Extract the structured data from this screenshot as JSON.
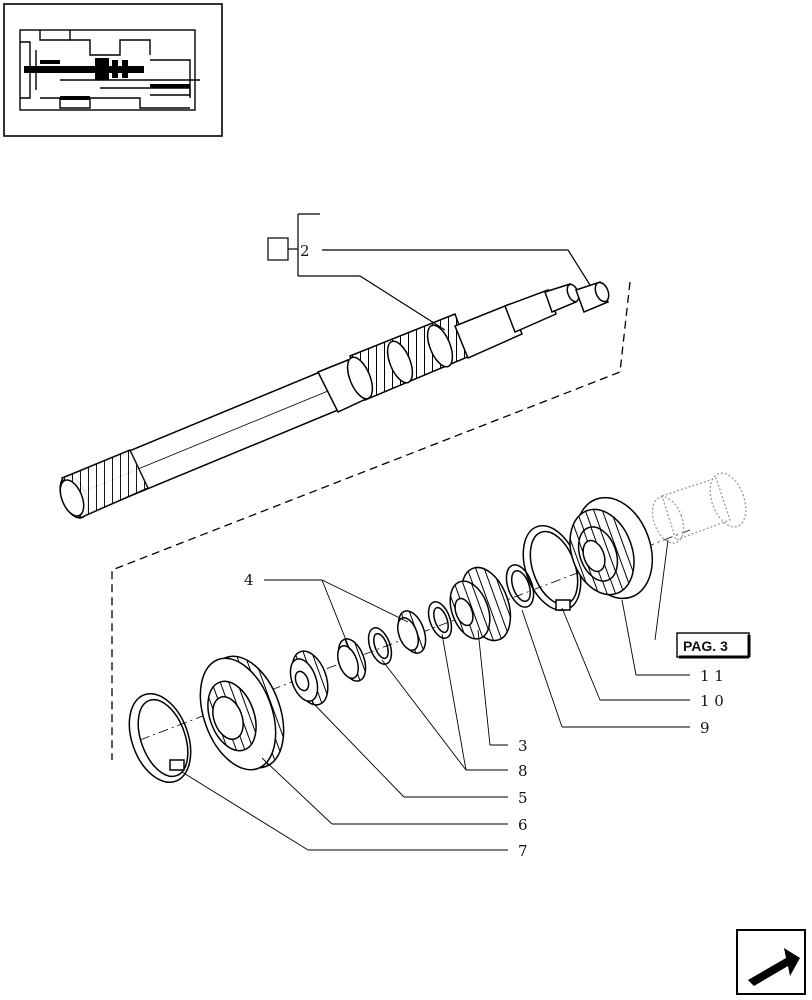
{
  "diagram": {
    "group_item": "2",
    "page_reference": "PAG. 3",
    "callouts": [
      {
        "id": "c4",
        "label": "4"
      },
      {
        "id": "c3",
        "label": "3"
      },
      {
        "id": "c8",
        "label": "8"
      },
      {
        "id": "c5",
        "label": "5"
      },
      {
        "id": "c6",
        "label": "6"
      },
      {
        "id": "c7",
        "label": "7"
      },
      {
        "id": "c9",
        "label": "9"
      },
      {
        "id": "c10",
        "label": "1 0"
      },
      {
        "id": "c11",
        "label": "1 1"
      }
    ]
  },
  "icons": {
    "thumbnail": "transmission-section-thumbnail",
    "nav": "next-page-arrow-icon"
  }
}
